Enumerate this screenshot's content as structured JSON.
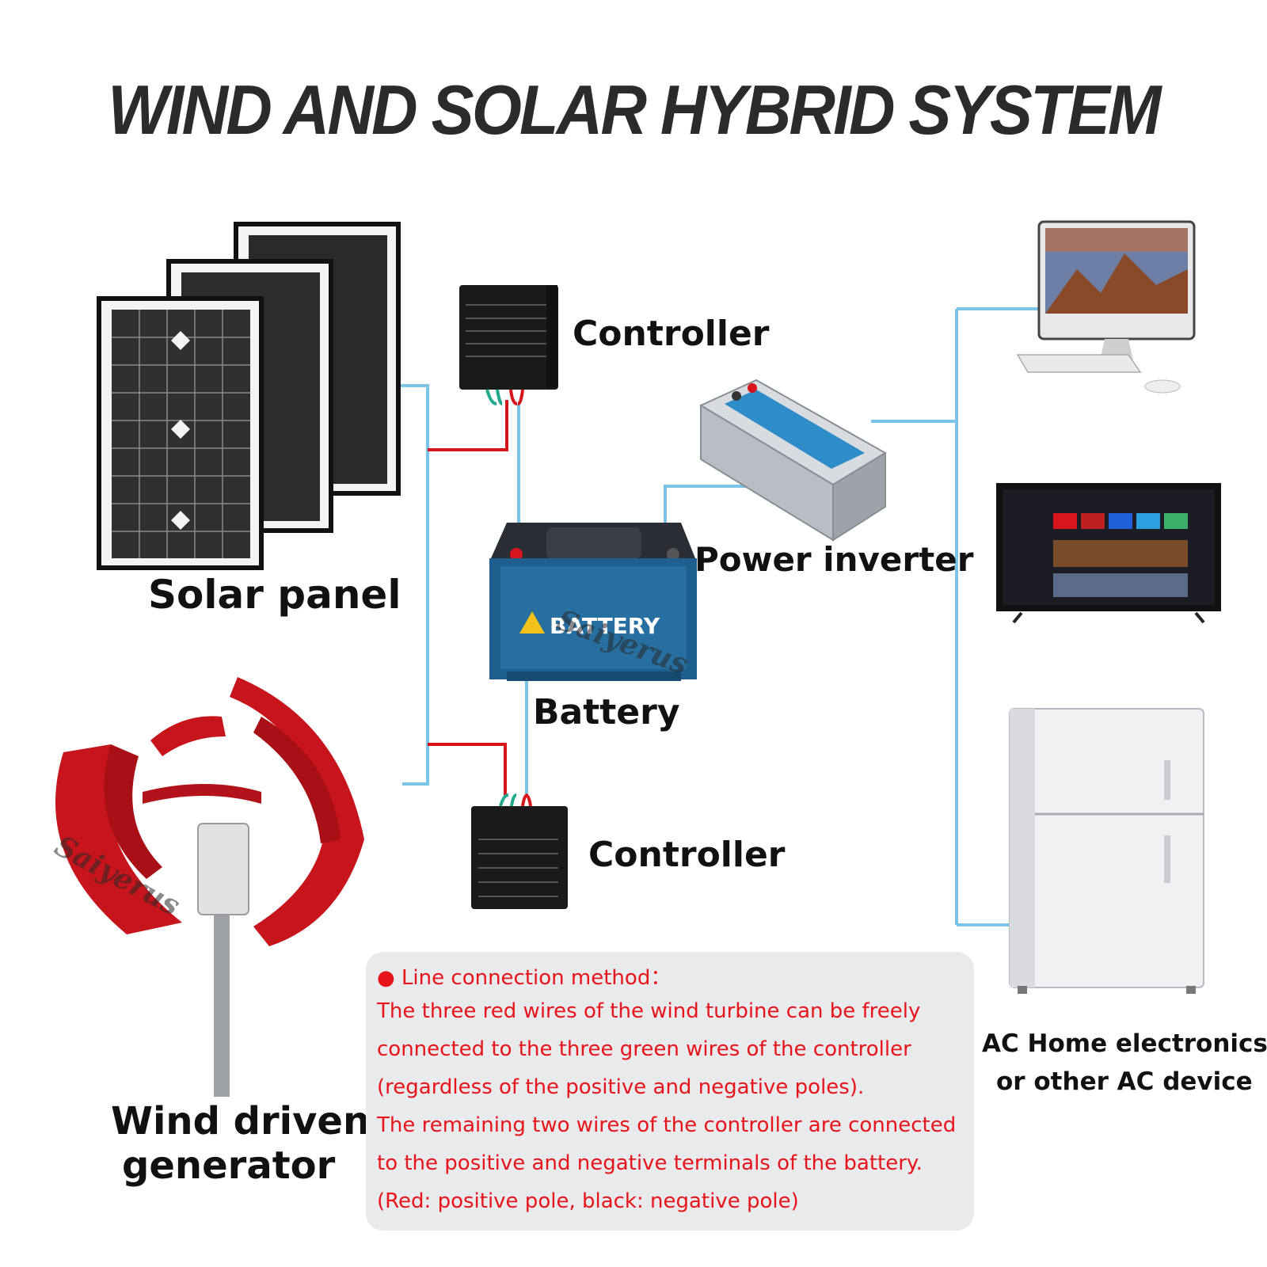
{
  "title": "WIND AND SOLAR HYBRID SYSTEM",
  "labels": {
    "solar_panel": "Solar panel",
    "controller_top": "Controller",
    "controller_bottom": "Controller",
    "battery": "Battery",
    "power_inverter": "Power inverter",
    "wind_generator_line1": "Wind driven",
    "wind_generator_line2": "generator",
    "ac_devices_line1": "AC Home electronics",
    "ac_devices_line2": "or other AC device"
  },
  "battery_face_text": "BATTERY",
  "watermark": "Saiyerus",
  "note": {
    "heading": "● Line connection method：",
    "lines": [
      "The three red wires of the wind turbine can be freely",
      "connected to the three green wires of the controller",
      "(regardless of the positive and negative poles).",
      "The remaining two wires of the controller are connected",
      "to the positive and negative terminals of the battery.",
      "(Red: positive pole, black: negative pole)"
    ]
  },
  "colors": {
    "wire_blue": "#7cc4e6",
    "wire_red": "#d8141c",
    "note_text": "#e8141a",
    "turbine_red": "#c8141c",
    "battery_blue": "#1f5f8f"
  }
}
